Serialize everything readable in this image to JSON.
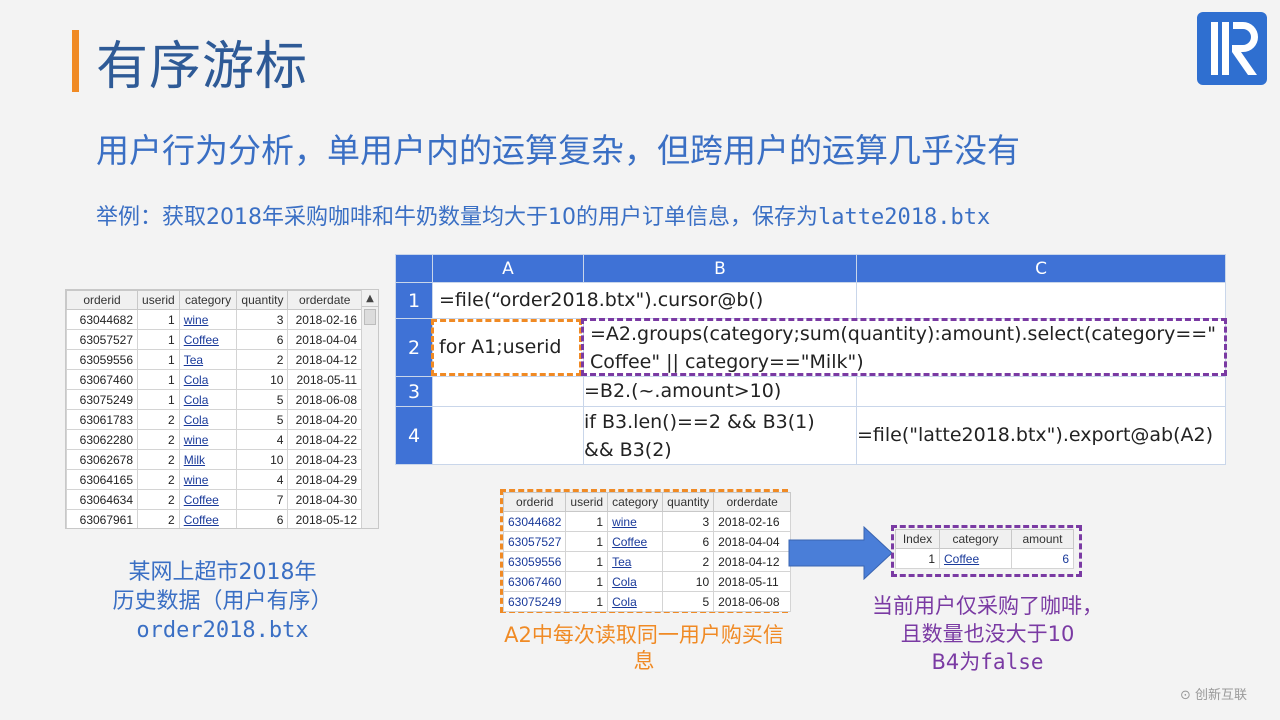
{
  "slide": {
    "title": "有序游标",
    "subtitle": "用户行为分析，单用户内的运算复杂，但跨用户的运算几乎没有",
    "example_prefix": "举例：获取2018年采购咖啡和牛奶数量均大于10的用户订单信息，保存为",
    "example_file": "latte2018.btx",
    "logo_icon": "raqsoft-r-logo",
    "watermark": "创新互联"
  },
  "source_table": {
    "headers": [
      "orderid",
      "userid",
      "category",
      "quantity",
      "orderdate"
    ],
    "rows": [
      [
        "63044682",
        "1",
        "wine",
        "3",
        "2018-02-16"
      ],
      [
        "63057527",
        "1",
        "Coffee",
        "6",
        "2018-04-04"
      ],
      [
        "63059556",
        "1",
        "Tea",
        "2",
        "2018-04-12"
      ],
      [
        "63067460",
        "1",
        "Cola",
        "10",
        "2018-05-11"
      ],
      [
        "63075249",
        "1",
        "Cola",
        "5",
        "2018-06-08"
      ],
      [
        "63061783",
        "2",
        "Cola",
        "5",
        "2018-04-20"
      ],
      [
        "63062280",
        "2",
        "wine",
        "4",
        "2018-04-22"
      ],
      [
        "63062678",
        "2",
        "Milk",
        "10",
        "2018-04-23"
      ],
      [
        "63064165",
        "2",
        "wine",
        "4",
        "2018-04-29"
      ],
      [
        "63064634",
        "2",
        "Coffee",
        "7",
        "2018-04-30"
      ],
      [
        "63067961",
        "2",
        "Coffee",
        "6",
        "2018-05-12"
      ]
    ],
    "caption_line1": "某网上超市2018年",
    "caption_line2": "历史数据（用户有序）",
    "caption_file": "order2018.btx"
  },
  "grid": {
    "columns": [
      "A",
      "B",
      "C"
    ],
    "rows": [
      {
        "num": "1",
        "a": "=file(“order2018.btx\").cursor@b()",
        "b": "",
        "c": ""
      },
      {
        "num": "2",
        "a": "for A1;userid",
        "b": "=A2.groups(category;sum(quantity):amount).select(category==\" Coffee\" || category==\"Milk\")",
        "c": ""
      },
      {
        "num": "3",
        "a": "",
        "b": "=B2.(~.amount>10)",
        "c": ""
      },
      {
        "num": "4",
        "a": "",
        "b": "if B3.len()==2 && B3(1) && B3(2)",
        "c": "=file(\"latte2018.btx\").export@ab(A2)"
      }
    ]
  },
  "mid_table": {
    "headers": [
      "orderid",
      "userid",
      "category",
      "quantity",
      "orderdate"
    ],
    "rows": [
      [
        "63044682",
        "1",
        "wine",
        "3",
        "2018-02-16"
      ],
      [
        "63057527",
        "1",
        "Coffee",
        "6",
        "2018-04-04"
      ],
      [
        "63059556",
        "1",
        "Tea",
        "2",
        "2018-04-12"
      ],
      [
        "63067460",
        "1",
        "Cola",
        "10",
        "2018-05-11"
      ],
      [
        "63075249",
        "1",
        "Cola",
        "5",
        "2018-06-08"
      ]
    ],
    "caption": "A2中每次读取同一用户购买信息"
  },
  "result_table": {
    "headers": [
      "Index",
      "category",
      "amount"
    ],
    "rows": [
      [
        "1",
        "Coffee",
        "6"
      ]
    ],
    "caption_line1": "当前用户仅采购了咖啡，",
    "caption_line2": "且数量也没大于10",
    "caption_line3_prefix": "B4为",
    "caption_line3_value": "false"
  },
  "colors": {
    "title": "#2e5a96",
    "accent_blue": "#3a6fc4",
    "orange": "#f08a24",
    "purple": "#7a3aa3",
    "grid_header": "#3f72d6"
  }
}
